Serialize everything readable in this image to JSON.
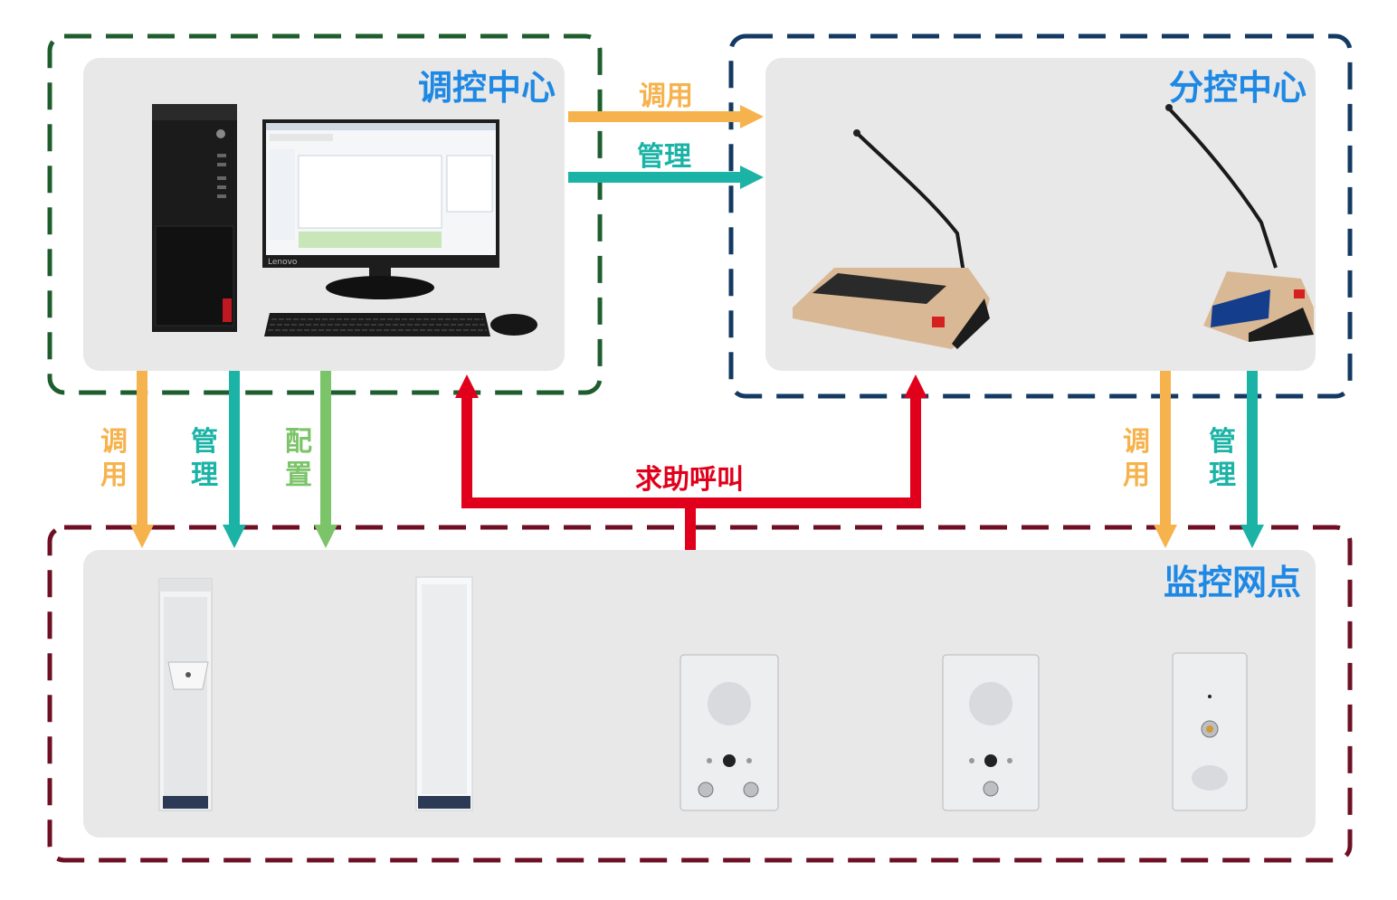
{
  "colors": {
    "control_center": "#1e5e2e",
    "sub_center": "#143a63",
    "monitor_points": "#6e0f24",
    "title_blue": "#1e88e5",
    "call": "#f6b24c",
    "manage": "#1bb3a6",
    "config": "#7cc46a",
    "help": "#e0001b"
  },
  "control_center": {
    "title": "调控中心"
  },
  "sub_center": {
    "title": "分控中心"
  },
  "monitor_points": {
    "title": "监控网点"
  },
  "links": {
    "top_call": "调用",
    "top_manage": "管理",
    "left_call": [
      "调",
      "用"
    ],
    "left_manage": [
      "管",
      "理"
    ],
    "left_config": [
      "配",
      "置"
    ],
    "right_call": [
      "调",
      "用"
    ],
    "right_manage": [
      "管",
      "理"
    ],
    "help_call": "求助呼叫"
  },
  "devices": {
    "pc_brand": "Lenovo",
    "pc_icons": [
      "computer-tower-icon",
      "monitor-icon",
      "keyboard-icon",
      "mouse-icon"
    ],
    "console_icons": [
      "desk-microphone-console-icon",
      "desk-microphone-console-icon"
    ],
    "endpoint_icons": [
      "column-speaker-icon",
      "column-speaker-icon",
      "intercom-panel-icon",
      "intercom-panel-icon",
      "help-call-panel-icon"
    ]
  }
}
